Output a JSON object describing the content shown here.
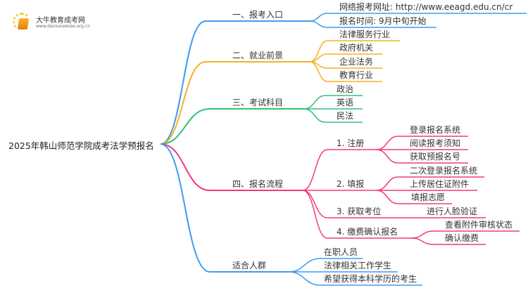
{
  "logo": {
    "name": "大牛教育成考网",
    "url": "www.daniuxuexiao.org.cn"
  },
  "root": "2025年韩山师范学院成考法学预报名",
  "colors": [
    "#3d9cf3",
    "#f5b025",
    "#2fc27a",
    "#f2387e",
    "#3d9cf3"
  ],
  "branches": [
    {
      "label": "一、报考入口",
      "children": [
        {
          "label": "网络报考网址: http://www.eeagd.edu.cn/cr"
        },
        {
          "label": "报名时间: 9月中旬开始"
        }
      ]
    },
    {
      "label": "二、就业前景",
      "children": [
        {
          "label": "法律服务行业"
        },
        {
          "label": "政府机关"
        },
        {
          "label": "企业法务"
        },
        {
          "label": "教育行业"
        }
      ]
    },
    {
      "label": "三、考试科目",
      "children": [
        {
          "label": "政治"
        },
        {
          "label": "英语"
        },
        {
          "label": "民法"
        }
      ]
    },
    {
      "label": "四、报名流程",
      "children": [
        {
          "label": "1. 注册",
          "children": [
            {
              "label": "登录报名系统"
            },
            {
              "label": "阅读报考须知"
            },
            {
              "label": "获取预报名号"
            }
          ]
        },
        {
          "label": "2. 填报",
          "children": [
            {
              "label": "二次登录报名系统"
            },
            {
              "label": "上传居住证附件"
            },
            {
              "label": "填报志愿"
            }
          ]
        },
        {
          "label": "3. 获取考位",
          "children": [
            {
              "label": "进行人脸验证"
            }
          ]
        },
        {
          "label": "4. 缴费确认报名",
          "children": [
            {
              "label": "查看附件审核状态"
            },
            {
              "label": "确认缴费"
            }
          ]
        }
      ]
    },
    {
      "label": "适合人群",
      "children": [
        {
          "label": "在职人员"
        },
        {
          "label": "法律相关工作学生"
        },
        {
          "label": "希望获得本科学历的考生"
        }
      ]
    }
  ]
}
